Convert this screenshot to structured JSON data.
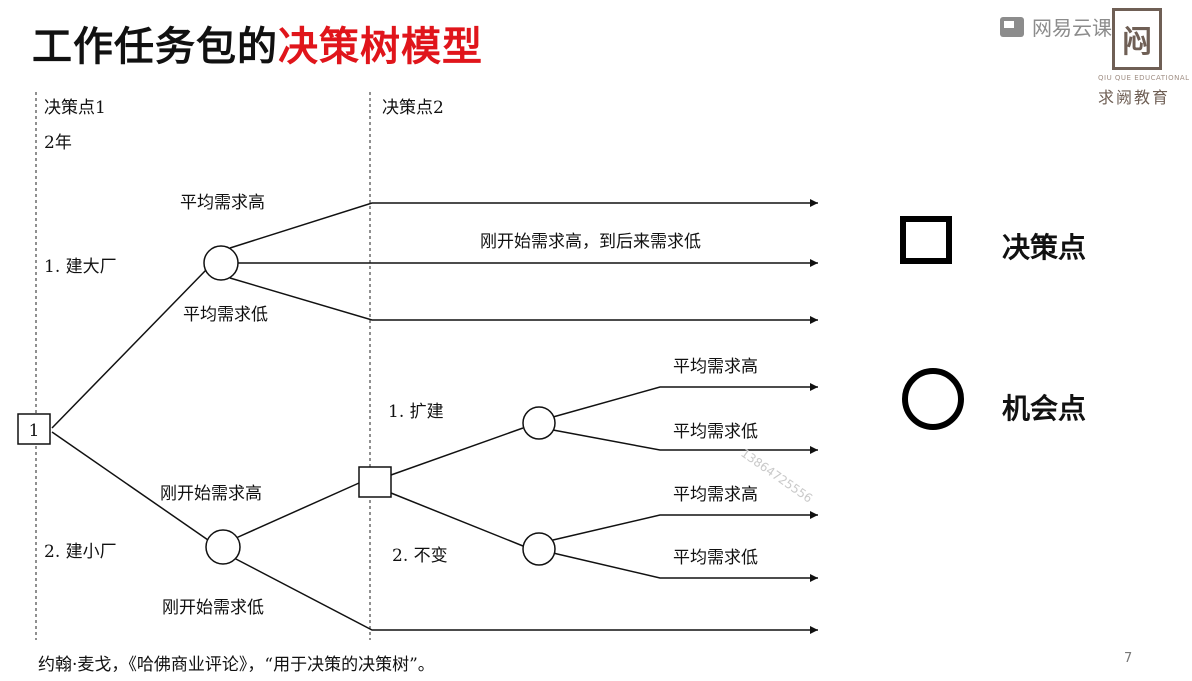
{
  "header": {
    "title_prefix": "工作任务包的",
    "title_highlight": "决策树模型",
    "highlight_color": "#e0151b"
  },
  "brand": {
    "platform": "网易云课堂",
    "seal_char": "闷",
    "english": "QIU QUE EDUCATIONAL",
    "chinese": "求阙教育"
  },
  "diagram": {
    "decision1_label": "决策点1",
    "period_label": "2年",
    "decision2_label": "决策点2",
    "root_node_label": "1",
    "option_build_large": "1. 建大厂",
    "option_build_small": "2. 建小厂",
    "avg_demand_high": "平均需求高",
    "avg_demand_low": "平均需求低",
    "high_then_low": "刚开始需求高，到后来需求低",
    "initial_demand_high": "刚开始需求高",
    "initial_demand_low": "刚开始需求低",
    "option_expand": "1. 扩建",
    "option_unchanged": "2. 不变",
    "expand_high": "平均需求高",
    "expand_low": "平均需求低",
    "unchanged_high": "平均需求高",
    "unchanged_low": "平均需求低",
    "watermark": "13864725556"
  },
  "legend": {
    "decision_point": "决策点",
    "chance_point": "机会点"
  },
  "footer": {
    "citation": "约翰·麦戈，《哈佛商业评论》，“用于决策的决策树”。",
    "page_number": "7"
  }
}
